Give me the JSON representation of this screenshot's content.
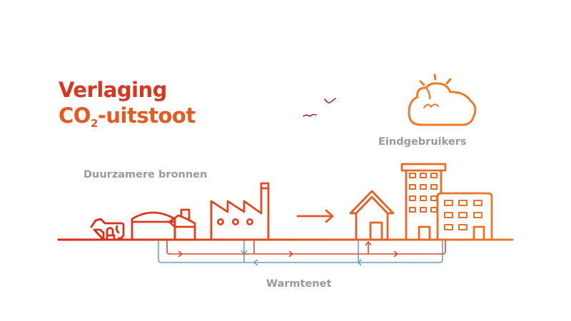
{
  "title": {
    "line1": "Verlaging",
    "line2_prefix": "CO",
    "line2_subscript": "2",
    "line2_suffix": "-uitstoot"
  },
  "labels": {
    "sources": "Duurzamere bronnen",
    "end_users": "Eindgebruikers",
    "heat_network": "Warmtenet"
  },
  "icons": [
    "cow-icon",
    "biogas-dome-icon",
    "barn-icon",
    "factory-icon",
    "arrow-right-icon",
    "house-icon",
    "tower-building-icon",
    "apartment-building-icon",
    "sun-cloud-icon",
    "birds-icon"
  ],
  "colors": {
    "title_red": "#d9361f",
    "title_orange": "#e45a1f",
    "ground_start": "#d9261a",
    "ground_end": "#ec7a2a",
    "supply_pipe": "#d9492e",
    "return_pipe": "#6a9fd0",
    "label_gray": "#9a9a9a"
  }
}
